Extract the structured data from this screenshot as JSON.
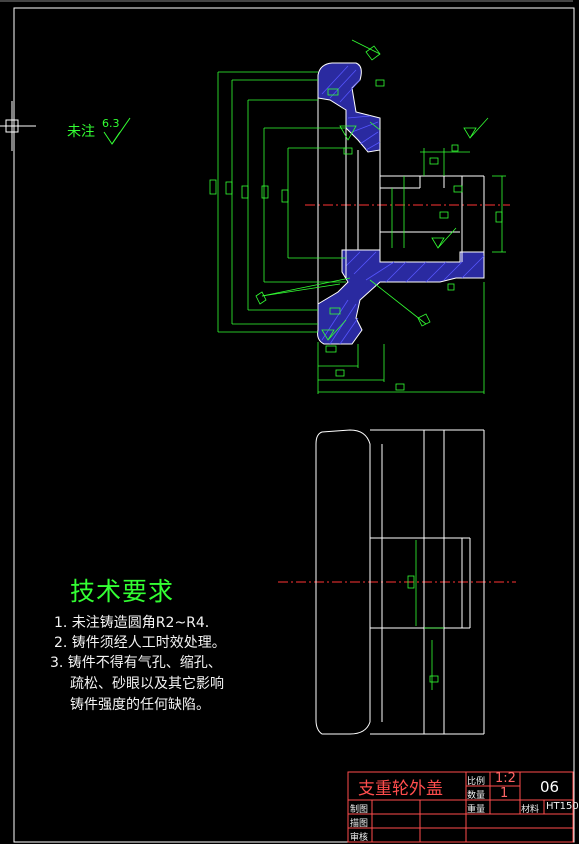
{
  "drawing": {
    "roughness_note": {
      "label": "未注",
      "value": "6.3"
    },
    "technical_requirements": {
      "title": "技术要求",
      "items": [
        "1. 未注铸造圆角R2~R4.",
        "2. 铸件须经人工时效处理。",
        "3. 铸件不得有气孔、缩孔、",
        "疏松、砂眼以及其它影响",
        "铸件强度的任何缺陷。"
      ]
    },
    "title_block": {
      "part_name": "支重轮外盖",
      "scale_label": "比例",
      "scale_value": "1:2",
      "qty_label": "数量",
      "qty_value": "1",
      "drawing_no": "06",
      "weight_label": "重量",
      "material_label": "材料",
      "material_value": "HT150",
      "drawn_label": "制图",
      "traced_label": "描图",
      "checked_label": "审核"
    },
    "colors": {
      "background": "#000000",
      "outline": "#ffffff",
      "dimension": "#33ff33",
      "hatch": "#3333cc",
      "centerline": "#ff3333",
      "titleblock": "#ff4d4d"
    }
  }
}
